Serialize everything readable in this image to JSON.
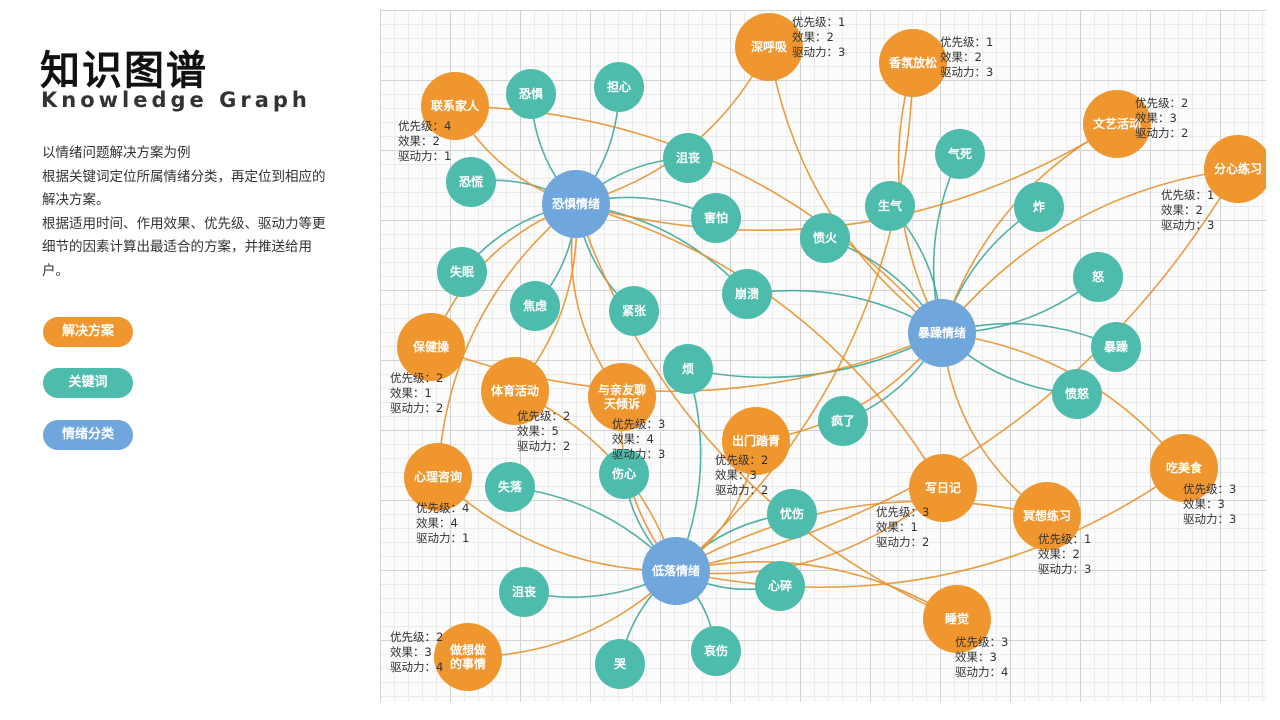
{
  "title": {
    "cn": "知识图谱",
    "en": "Knowledge Graph"
  },
  "description": [
    "以情绪问题解决方案为例",
    "根据关键词定位所属情绪分类，再定位到相应的解决方案。",
    "根据适用时间、作用效果、优先级、驱动力等更细节的因素计算出最适合的方案，并推送给用户。"
  ],
  "legend": [
    {
      "label": "解决方案",
      "color": "#f0962f"
    },
    {
      "label": "关键词",
      "color": "#4dbcad"
    },
    {
      "label": "情绪分类",
      "color": "#6fa6dc"
    }
  ],
  "colors": {
    "solution": "#f0962f",
    "keyword": "#4dbcad",
    "category": "#6fa6dc",
    "edge_keyword": "#3fa89c",
    "edge_solution": "#e8912c"
  },
  "meta_keys": [
    "优先级",
    "效果",
    "驱动力"
  ],
  "categories": [
    {
      "id": "fear",
      "label": "恐惧情绪"
    },
    {
      "id": "rage",
      "label": "暴躁情绪"
    },
    {
      "id": "low",
      "label": "低落情绪"
    }
  ],
  "keywords": [
    {
      "id": "k1",
      "label": "恐惧",
      "cat": "fear"
    },
    {
      "id": "k2",
      "label": "担心",
      "cat": "fear"
    },
    {
      "id": "k3",
      "label": "沮丧",
      "cat": "fear"
    },
    {
      "id": "k4",
      "label": "恐慌",
      "cat": "fear"
    },
    {
      "id": "k5",
      "label": "害怕",
      "cat": "fear"
    },
    {
      "id": "k6",
      "label": "失眠",
      "cat": "fear"
    },
    {
      "id": "k7",
      "label": "焦虑",
      "cat": "fear"
    },
    {
      "id": "k8",
      "label": "紧张",
      "cat": "fear"
    },
    {
      "id": "k9",
      "label": "崩溃",
      "cat": "rage"
    },
    {
      "id": "k10",
      "label": "烦",
      "cat": "rage"
    },
    {
      "id": "k11",
      "label": "愤火",
      "cat": "rage"
    },
    {
      "id": "k12",
      "label": "气死",
      "cat": "rage"
    },
    {
      "id": "k13",
      "label": "生气",
      "cat": "rage"
    },
    {
      "id": "k14",
      "label": "炸",
      "cat": "rage"
    },
    {
      "id": "k15",
      "label": "怒",
      "cat": "rage"
    },
    {
      "id": "k16",
      "label": "暴躁",
      "cat": "rage"
    },
    {
      "id": "k17",
      "label": "愤怒",
      "cat": "rage"
    },
    {
      "id": "k18",
      "label": "疯了",
      "cat": "rage"
    },
    {
      "id": "k19",
      "label": "伤心",
      "cat": "low"
    },
    {
      "id": "k20",
      "label": "失落",
      "cat": "low"
    },
    {
      "id": "k21",
      "label": "忧伤",
      "cat": "low"
    },
    {
      "id": "k22",
      "label": "心碎",
      "cat": "low"
    },
    {
      "id": "k23",
      "label": "沮丧",
      "cat": "low"
    },
    {
      "id": "k24",
      "label": "哭",
      "cat": "low"
    },
    {
      "id": "k25",
      "label": "哀伤",
      "cat": "low"
    }
  ],
  "solutions": [
    {
      "id": "s1",
      "label": "联系家人",
      "meta": [
        4,
        2,
        1
      ],
      "links": [
        "fear",
        "rage"
      ]
    },
    {
      "id": "s2",
      "label": "深呼吸",
      "meta": [
        1,
        2,
        3
      ],
      "links": [
        "fear",
        "rage"
      ]
    },
    {
      "id": "s3",
      "label": "香氛放松",
      "meta": [
        1,
        2,
        3
      ],
      "links": [
        "rage",
        "low"
      ]
    },
    {
      "id": "s4",
      "label": "文艺活动",
      "meta": [
        2,
        3,
        2
      ],
      "links": [
        "fear",
        "rage"
      ]
    },
    {
      "id": "s5",
      "label": "分心练习",
      "meta": [
        1,
        2,
        3
      ],
      "links": [
        "rage",
        "low"
      ]
    },
    {
      "id": "s6",
      "label": "保健操",
      "meta": [
        2,
        1,
        2
      ],
      "links": [
        "fear",
        "rage"
      ]
    },
    {
      "id": "s7",
      "label": "体育活动",
      "meta": [
        2,
        5,
        2
      ],
      "links": [
        "fear",
        "low"
      ]
    },
    {
      "id": "s8",
      "label": "与亲友聊天倾诉",
      "meta": [
        3,
        4,
        3
      ],
      "links": [
        "fear",
        "low"
      ]
    },
    {
      "id": "s9",
      "label": "出门踏青",
      "meta": [
        2,
        3,
        2
      ],
      "links": [
        "rage",
        "low"
      ]
    },
    {
      "id": "s10",
      "label": "心理咨询",
      "meta": [
        4,
        4,
        1
      ],
      "links": [
        "fear",
        "low"
      ]
    },
    {
      "id": "s11",
      "label": "写日记",
      "meta": [
        3,
        1,
        2
      ],
      "links": [
        "fear",
        "low"
      ]
    },
    {
      "id": "s12",
      "label": "冥想练习",
      "meta": [
        1,
        2,
        3
      ],
      "links": [
        "rage",
        "low"
      ]
    },
    {
      "id": "s13",
      "label": "吃美食",
      "meta": [
        3,
        3,
        3
      ],
      "links": [
        "rage",
        "low"
      ]
    },
    {
      "id": "s14",
      "label": "睡觉",
      "meta": [
        3,
        3,
        4
      ],
      "links": [
        "fear",
        "low"
      ]
    },
    {
      "id": "s15",
      "label": "做想做的事情",
      "meta": [
        2,
        3,
        4
      ],
      "links": [
        "low"
      ]
    }
  ]
}
